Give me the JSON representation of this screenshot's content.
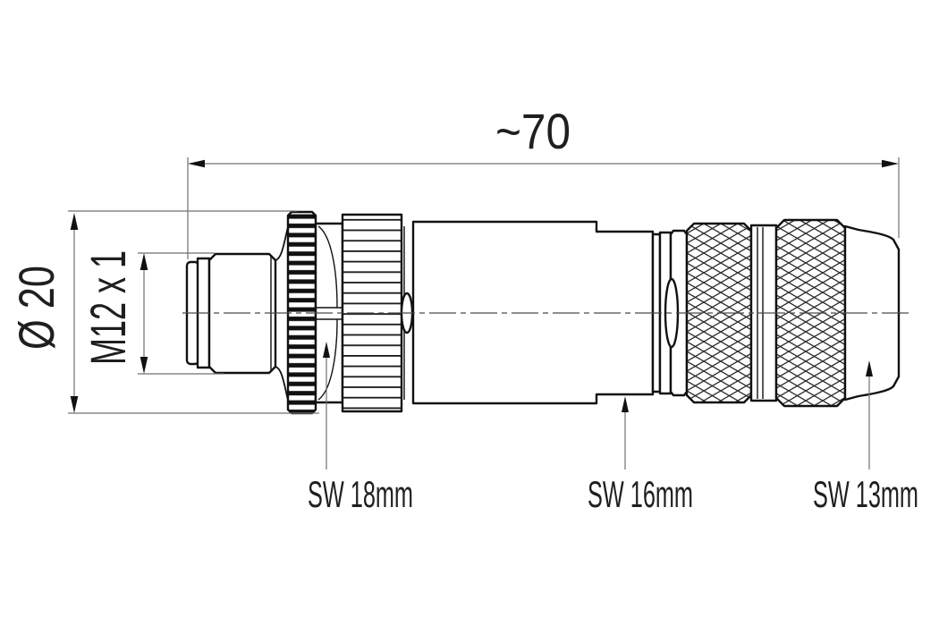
{
  "drawing": {
    "dimension_length": "~70",
    "dimension_diameter": "Ø 20",
    "dimension_thread": "M12 x 1",
    "label_sw18": "SW 18mm",
    "label_sw16": "SW 16mm",
    "label_sw13": "SW 13mm",
    "colors": {
      "outline": "#111111",
      "dimension_line": "#707070",
      "text": "#1f1f1f",
      "background": "#ffffff"
    }
  }
}
